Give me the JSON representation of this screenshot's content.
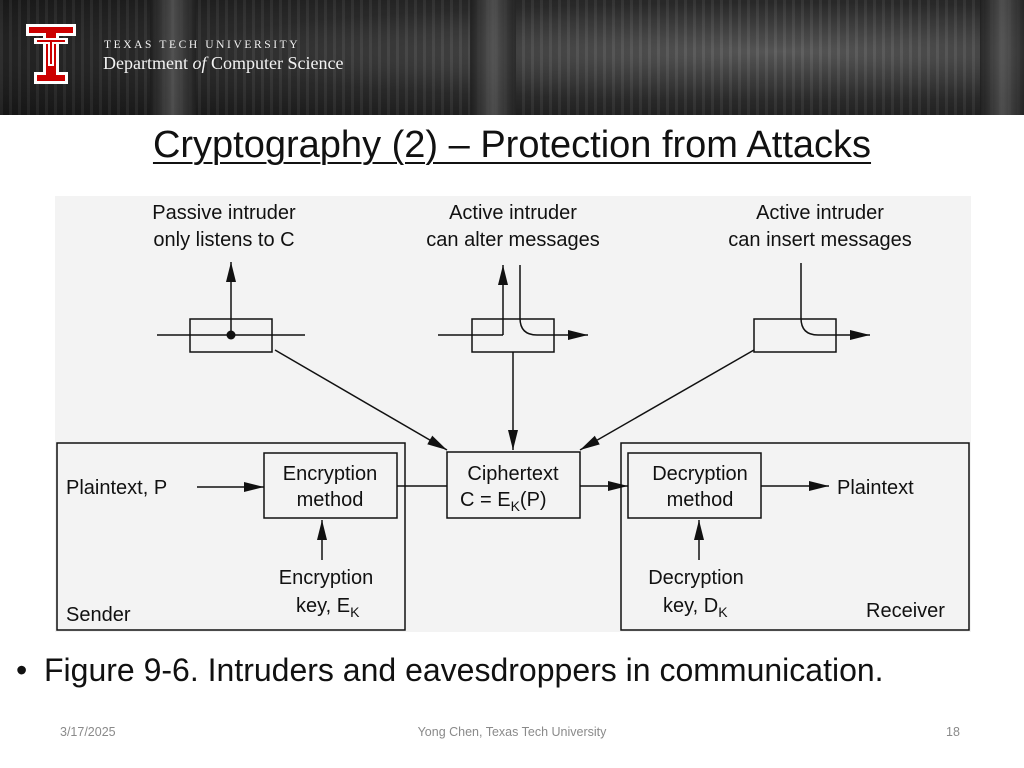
{
  "header": {
    "logo_letter": "T",
    "university": "TEXAS TECH UNIVERSITY",
    "department_pre": "Department ",
    "department_of": "of",
    "department_post": " Computer Science"
  },
  "slide": {
    "title": "Cryptography (2) – Protection from Attacks"
  },
  "figure": {
    "intruders": {
      "passive": [
        "Passive intruder",
        "only listens to C"
      ],
      "alter": [
        "Active intruder",
        "can alter messages"
      ],
      "insert": [
        "Active intruder",
        "can insert messages"
      ]
    },
    "sender": {
      "plaintext": "Plaintext, P",
      "method": [
        "Encryption",
        "method"
      ],
      "key_line1": "Encryption",
      "key_prefix": "key, E",
      "key_sub": "K",
      "label": "Sender"
    },
    "ciphertext": {
      "line1": "Ciphertext",
      "prefix": "C = E",
      "sub": "K",
      "suffix": "(P)"
    },
    "receiver": {
      "method": [
        "Decryption",
        "method"
      ],
      "plaintext": "Plaintext",
      "key_line1": "Decryption",
      "key_prefix": "key, D",
      "key_sub": "K",
      "label": "Receiver"
    }
  },
  "bullet": {
    "text": "Figure 9-6. Intruders and eavesdroppers in communication."
  },
  "footer": {
    "date": "3/17/2025",
    "author": "Yong Chen, Texas Tech University",
    "page": "18"
  },
  "colors": {
    "ttu_red": "#cc0000",
    "title_text": "#111111",
    "footer_text": "#8a8a8a"
  }
}
